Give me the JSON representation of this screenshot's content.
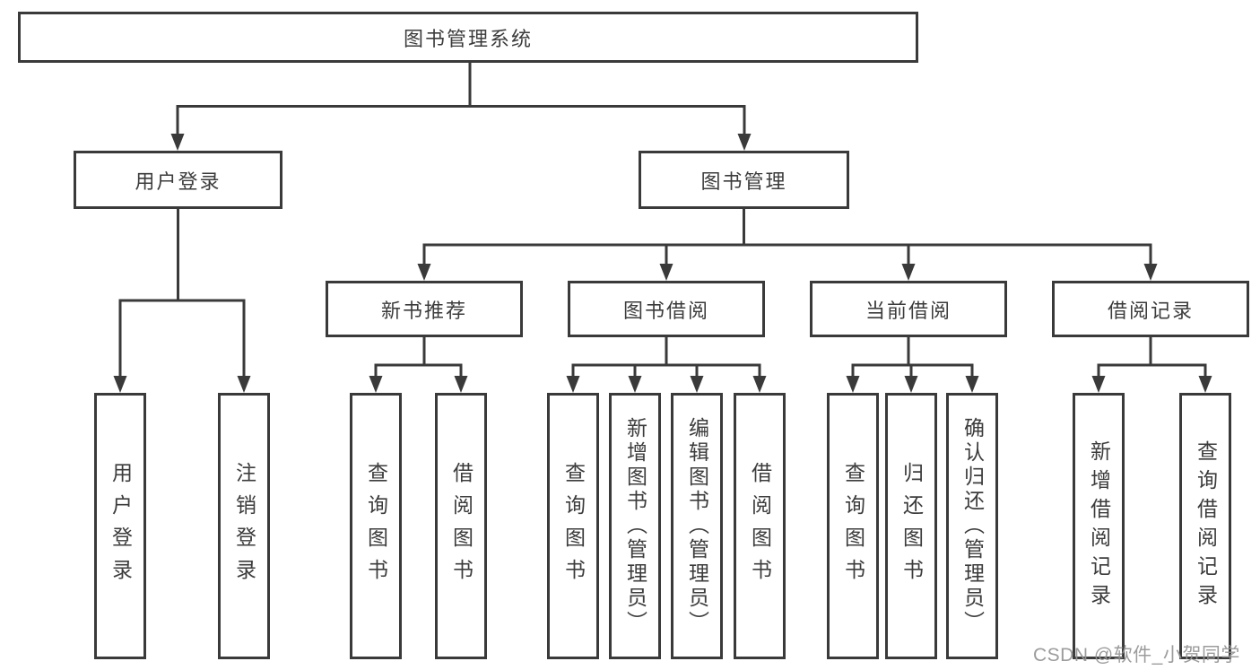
{
  "diagram": {
    "root": {
      "label": "图书管理系统"
    },
    "level2": [
      {
        "id": "user-login",
        "label": "用户登录"
      },
      {
        "id": "book-management",
        "label": "图书管理"
      }
    ],
    "level3": [
      {
        "id": "new-book-recommend",
        "label": "新书推荐"
      },
      {
        "id": "book-borrow",
        "label": "图书借阅"
      },
      {
        "id": "current-borrow",
        "label": "当前借阅"
      },
      {
        "id": "borrow-records",
        "label": "借阅记录"
      }
    ],
    "leaves": [
      {
        "parent": "user-login",
        "label": "用户登录"
      },
      {
        "parent": "user-login",
        "label": "注销登录"
      },
      {
        "parent": "new-book-recommend",
        "label": "查询图书"
      },
      {
        "parent": "new-book-recommend",
        "label": "借阅图书"
      },
      {
        "parent": "book-borrow",
        "label": "查询图书"
      },
      {
        "parent": "book-borrow",
        "label": "新增图书（管理员）"
      },
      {
        "parent": "book-borrow",
        "label": "编辑图书（管理员）"
      },
      {
        "parent": "book-borrow",
        "label": "借阅图书"
      },
      {
        "parent": "current-borrow",
        "label": "查询图书"
      },
      {
        "parent": "current-borrow",
        "label": "归还图书"
      },
      {
        "parent": "current-borrow",
        "label": "确认归还（管理员）"
      },
      {
        "parent": "borrow-records",
        "label": "新增借阅记录"
      },
      {
        "parent": "borrow-records",
        "label": "查询借阅记录"
      }
    ]
  },
  "watermark": {
    "text": "CSDN @软件_小贺同学"
  },
  "colors": {
    "line": "#3a3a3a",
    "text": "#3c3c3c",
    "watermark": "#949494",
    "background": "#ffffff"
  }
}
